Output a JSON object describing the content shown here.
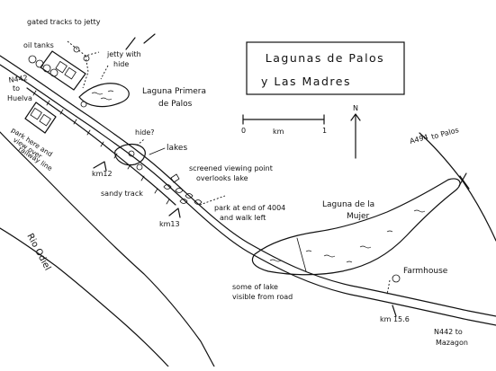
{
  "title_box": {
    "line1": "Lagunas de Palos",
    "line2": "y Las Madres"
  },
  "scale": {
    "start": "0",
    "unit": "km",
    "end": "1"
  },
  "north": "N",
  "labels": {
    "gated_tracks": "gated tracks to jetty",
    "oil_tanks": "oil tanks",
    "jetty_hide_1": "jetty with",
    "jetty_hide_2": "hide",
    "road_n442_huelva_1": "N442",
    "road_n442_huelva_2": "to",
    "road_n442_huelva_3": "Huelva",
    "laguna_primera_1": "Laguna Primera",
    "laguna_primera_2": "de Palos",
    "park_here_1": "park here and",
    "park_here_2": "view over",
    "park_here_3": "railway line",
    "hide_q": "hide?",
    "lakes": "lakes",
    "km12": "km12",
    "screened_1": "screened viewing point",
    "screened_2": "overlooks lake",
    "sandy_track": "sandy track",
    "km13": "km13",
    "park_end_1": "park at end of 4004",
    "park_end_2": "and walk left",
    "rio_odiel": "Rio Odiel",
    "laguna_mujer_1": "Laguna de la",
    "laguna_mujer_2": "Mujer",
    "a494_1": "A494",
    "a494_2": "to Palos",
    "farmhouse": "Farmhouse",
    "some_lake_1": "some of lake",
    "some_lake_2": "visible from road",
    "km156": "km 15.6",
    "n442_mazagon_1": "N442 to",
    "n442_mazagon_2": "Mazagon"
  }
}
